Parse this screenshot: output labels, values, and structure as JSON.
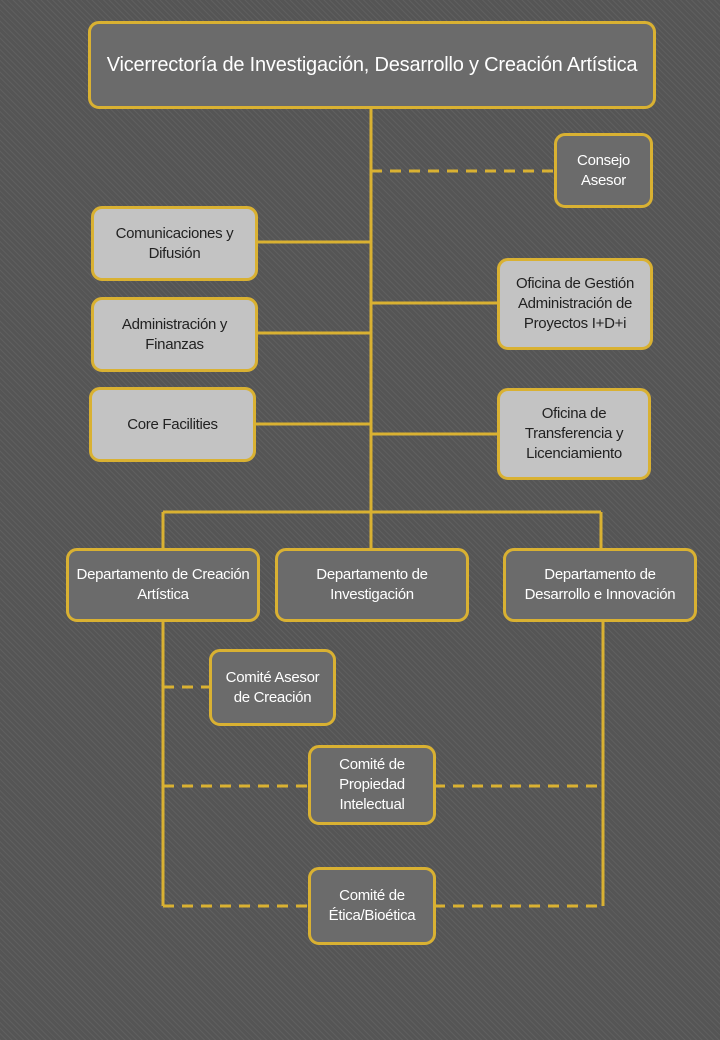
{
  "diagram": {
    "colors": {
      "accent": "#d9b132",
      "background": "#555555",
      "dark_box": "#6b6b6b",
      "light_box": "#c3c3c3"
    },
    "root": "Vicerrectoría de Investigación, Desarrollo y Creación Artística",
    "consejo": "Consejo\nAsesor",
    "comunicaciones": "Comunicaciones y\nDifusión",
    "administracion": "Administración y\nFinanzas",
    "core": "Core Facilities",
    "oficina_gestion": "Oficina de Gestión\nAdministración de\nProyectos I+D+i",
    "oficina_transferencia": "Oficina de\nTransferencia y\nLicenciamiento",
    "dept_creacion": "Departamento de Creación\nArtística",
    "dept_investigacion": "Departamento de\nInvestigación",
    "dept_desarrollo": "Departamento de\nDesarrollo e Innovación",
    "comite_creacion": "Comité Asesor\nde Creación",
    "comite_propiedad": "Comité de\nPropiedad\nIntelectual",
    "comite_etica": "Comité de\nÉtica/Bioética"
  }
}
